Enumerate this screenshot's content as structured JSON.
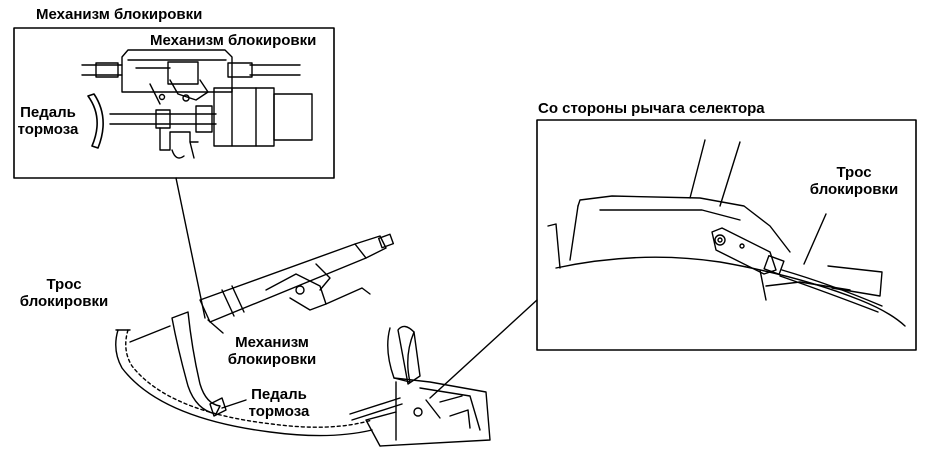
{
  "labels": {
    "inset_top_title": "Механизм блокировки",
    "inset_top_mechanism": "Механизм блокировки",
    "inset_top_pedal_1": "Педаль",
    "inset_top_pedal_2": "тормоза",
    "inset_right_title": "Со стороны рычага селектора",
    "inset_right_cable_1": "Трос",
    "inset_right_cable_2": "блокировки",
    "main_cable_1": "Трос",
    "main_cable_2": "блокировки",
    "main_mechanism_1": "Механизм",
    "main_mechanism_2": "блокировки",
    "main_pedal_1": "Педаль",
    "main_pedal_2": "тормоза"
  },
  "colors": {
    "line": "#000000",
    "background": "#ffffff"
  }
}
